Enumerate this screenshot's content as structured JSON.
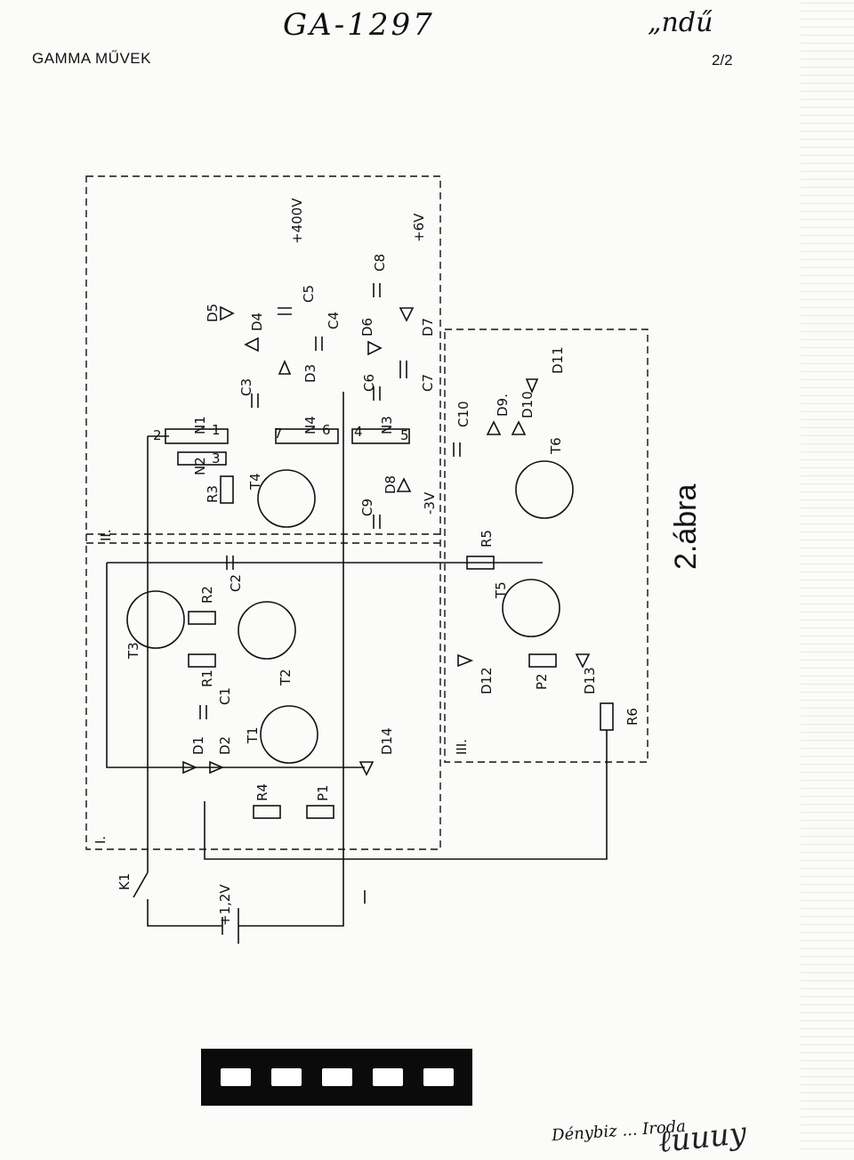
{
  "header": {
    "company": "GAMMA MŰVEK",
    "page": "2/2",
    "handwritten_code": "GA-1297",
    "handwritten_mark": "„ndű"
  },
  "figure_label": "2.ábra",
  "stamp": {
    "text": "Dénybiz  ...  Iroda",
    "signature": "illegible"
  },
  "schematic": {
    "blocks": [
      "I.",
      "II.",
      "III."
    ],
    "voltages": [
      "+400V",
      "+6V",
      "-3V",
      "+1,2V"
    ],
    "transistors": [
      "T1",
      "T2",
      "T3",
      "T4",
      "T5",
      "T6"
    ],
    "resistors": [
      "R1",
      "R2",
      "R3",
      "R4",
      "R5",
      "R6"
    ],
    "pots": [
      "P1",
      "P2"
    ],
    "capacitors": [
      "C1",
      "C2",
      "C3",
      "C4",
      "C5",
      "C6",
      "C7",
      "C8",
      "C9",
      "C10"
    ],
    "diodes": [
      "D1",
      "D2",
      "D3",
      "D4",
      "D5",
      "D6",
      "D7",
      "D8",
      "D9",
      "D10",
      "D11",
      "D12",
      "D13",
      "D14"
    ],
    "windings": [
      "N1",
      "N2",
      "N3",
      "N4"
    ],
    "pins": [
      "1",
      "2",
      "3",
      "4",
      "5",
      "6",
      "7"
    ],
    "switch": "K1"
  }
}
